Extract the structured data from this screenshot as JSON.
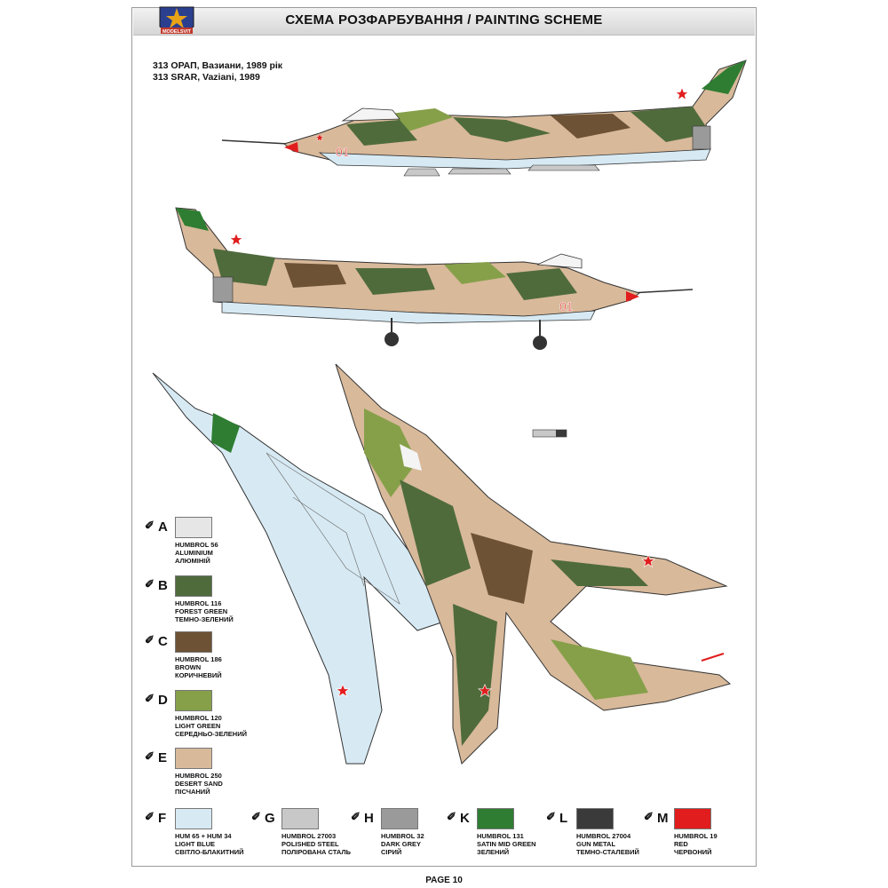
{
  "header": {
    "title": "СХЕМА РОЗФАРБУВАННЯ / PAINTING SCHEME",
    "logo_text": "MODELSVIT"
  },
  "caption": {
    "line1": "313 ОРАП, Вазиани, 1989 рік",
    "line2": "313 SRAR, Vaziani, 1989"
  },
  "aircraft": {
    "tail_number": "01"
  },
  "colors": {
    "aluminium": "#e6e6e6",
    "forest_green": "#4f6b3c",
    "brown": "#6e5236",
    "light_green": "#86a04a",
    "desert_sand": "#d8b99a",
    "light_blue": "#d7eaf4",
    "polished_steel": "#c8c8c8",
    "dark_grey": "#9a9a9a",
    "satin_green": "#2e7d32",
    "gun_metal": "#3a3a3a",
    "red": "#e11d1d"
  },
  "legend": [
    {
      "code": "A",
      "l1": "HUMBROL 56",
      "l2": "ALUMINIUM",
      "l3": "АЛЮМІНІЙ",
      "color": "#e6e6e6"
    },
    {
      "code": "B",
      "l1": "HUMBROL 116",
      "l2": "FOREST GREEN",
      "l3": "ТЕМНО-ЗЕЛЕНИЙ",
      "color": "#4f6b3c"
    },
    {
      "code": "C",
      "l1": "HUMBROL 186",
      "l2": "BROWN",
      "l3": "КОРИЧНЕВИЙ",
      "color": "#6e5236"
    },
    {
      "code": "D",
      "l1": "HUMBROL 120",
      "l2": "LIGHT GREEN",
      "l3": "СЕРЕДНЬО-ЗЕЛЕНИЙ",
      "color": "#86a04a"
    },
    {
      "code": "E",
      "l1": "HUMBROL 250",
      "l2": "DESERT SAND",
      "l3": "ПІСЧАНИЙ",
      "color": "#d8b99a"
    },
    {
      "code": "F",
      "l1": "HUM 65 + HUM 34",
      "l2": "LIGHT BLUE",
      "l3": "СВІТЛО-БЛАКИТНИЙ",
      "color": "#d7eaf4"
    },
    {
      "code": "G",
      "l1": "HUMBROL 27003",
      "l2": "POLISHED STEEL",
      "l3": "ПОЛІРОВАНА СТАЛЬ",
      "color": "#c8c8c8"
    },
    {
      "code": "H",
      "l1": "HUMBROL 32",
      "l2": "DARK GREY",
      "l3": "СІРИЙ",
      "color": "#9a9a9a"
    },
    {
      "code": "K",
      "l1": "HUMBROL 131",
      "l2": "SATIN MID GREEN",
      "l3": "ЗЕЛЕНИЙ",
      "color": "#2e7d32"
    },
    {
      "code": "L",
      "l1": "HUMBROL 27004",
      "l2": "GUN METAL",
      "l3": "ТЕМНО-СТАЛЕВИЙ",
      "color": "#3a3a3a"
    },
    {
      "code": "M",
      "l1": "HUMBROL 19",
      "l2": "RED",
      "l3": "ЧЕРВОНИЙ",
      "color": "#e11d1d"
    }
  ],
  "footer": {
    "page": "PAGE 10"
  }
}
